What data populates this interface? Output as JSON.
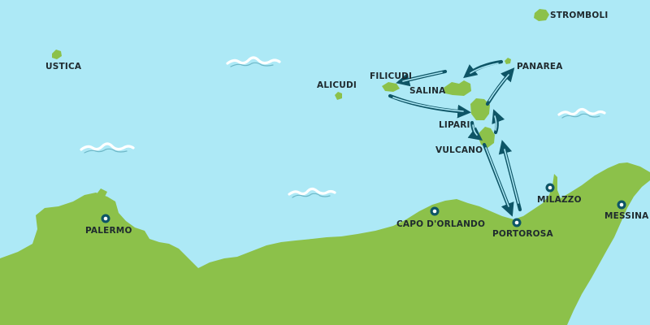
{
  "map": {
    "colors": {
      "sea": "#ade9f6",
      "land": "#8cc14a",
      "island": "#8cc14a",
      "route": "#0e5566",
      "marker": "#0e5566",
      "label": "#1f2a2e"
    },
    "islands": {
      "stromboli": "STROMBOLI",
      "ustica": "USTICA",
      "panarea": "PANAREA",
      "filicudi": "FILICUDI",
      "salina": "SALINA",
      "alicudi": "ALICUDI",
      "lipari": "LIPARI",
      "vulcano": "VULCANO"
    },
    "ports": {
      "palermo": "PALERMO",
      "capo_dorlando": "CAPO D'ORLANDO",
      "portorosa": "PORTOROSA",
      "milazzo": "MILAZZO",
      "messina": "MESSINA"
    },
    "routes": [
      "Portorosa → Vulcano",
      "Vulcano → Lipari",
      "Lipari → Panarea",
      "Panarea → Salina",
      "Salina → Filicudi",
      "Filicudi → Lipari",
      "Lipari → Vulcano",
      "Vulcano → Portorosa"
    ],
    "icons": [
      "port-marker-icon",
      "wave-icon",
      "route-arrow-icon"
    ]
  }
}
